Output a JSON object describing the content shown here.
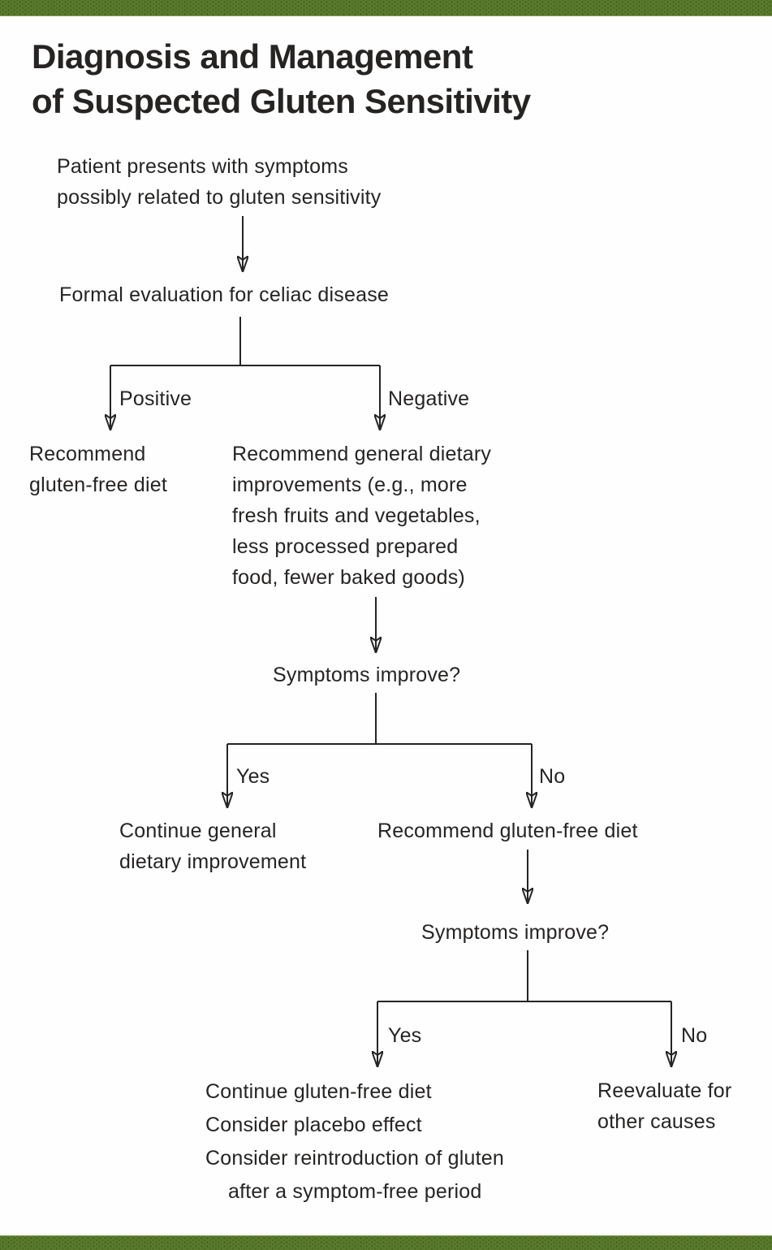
{
  "colors": {
    "accent": "#5a7a2c",
    "ink": "#262423",
    "paper": "#fefefe"
  },
  "figure": {
    "title_lines": [
      "Diagnosis and Management",
      "of Suspected Gluten Sensitivity"
    ]
  },
  "flow": {
    "start": {
      "lines": [
        "Patient presents with symptoms",
        "possibly related to gluten sensitivity"
      ]
    },
    "evaluation": "Formal evaluation for celiac disease",
    "celiac_branch": {
      "positive": "Positive",
      "negative": "Negative"
    },
    "positive_result": {
      "lines": [
        "Recommend",
        "gluten-free diet"
      ]
    },
    "negative_result": {
      "lines": [
        "Recommend general dietary",
        "improvements (e.g., more",
        "fresh fruits and vegetables,",
        "less processed prepared",
        "food, fewer baked goods)"
      ]
    },
    "symptoms_improve_1": "Symptoms improve?",
    "diet_branch": {
      "yes": "Yes",
      "no": "No"
    },
    "continue_general": {
      "lines": [
        "Continue general",
        "dietary improvement"
      ]
    },
    "recommend_gfd": "Recommend gluten-free diet",
    "symptoms_improve_2": "Symptoms improve?",
    "gfd_branch": {
      "yes": "Yes",
      "no": "No"
    },
    "gfd_yes_outcomes": {
      "lines": [
        "Continue gluten-free diet",
        "Consider placebo effect",
        "Consider reintroduction of gluten",
        "after a symptom-free period"
      ]
    },
    "gfd_no_outcome": {
      "lines": [
        "Reevaluate for",
        "other causes"
      ]
    }
  }
}
